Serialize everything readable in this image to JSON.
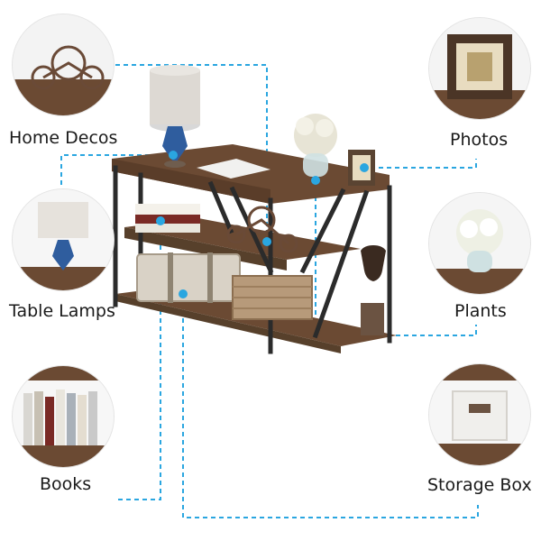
{
  "features": {
    "home_decos": "Home Decos",
    "photos": "Photos",
    "table_lamps": "Table Lamps",
    "plants": "Plants",
    "books": "Books",
    "storage_box": "Storage Box"
  },
  "colors": {
    "wood": "#6b4a33",
    "metal": "#2b2b2b",
    "accent_dots": "#2aa6e0",
    "leader_lines": "#2aa6e0"
  }
}
